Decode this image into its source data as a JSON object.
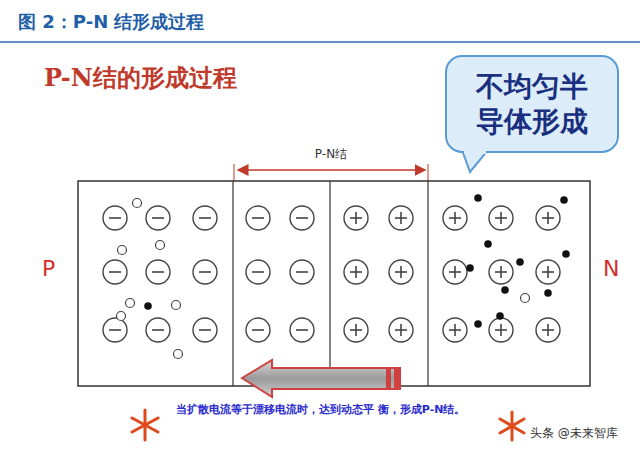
{
  "diagram": {
    "title": "图 2：P-N 结形成过程",
    "nodes": [
      {
        "text": [
          "不均匀半 导体形成"
        ]
      }
    ],
    "labels": [
      "P-N结的形成过程",
      "P-N结",
      "P",
      "N",
      "当扩散电流等于漂移电流时，达到动态平 衡，形成P-N结。",
      "头条 @未来智库"
    ]
  }
}
